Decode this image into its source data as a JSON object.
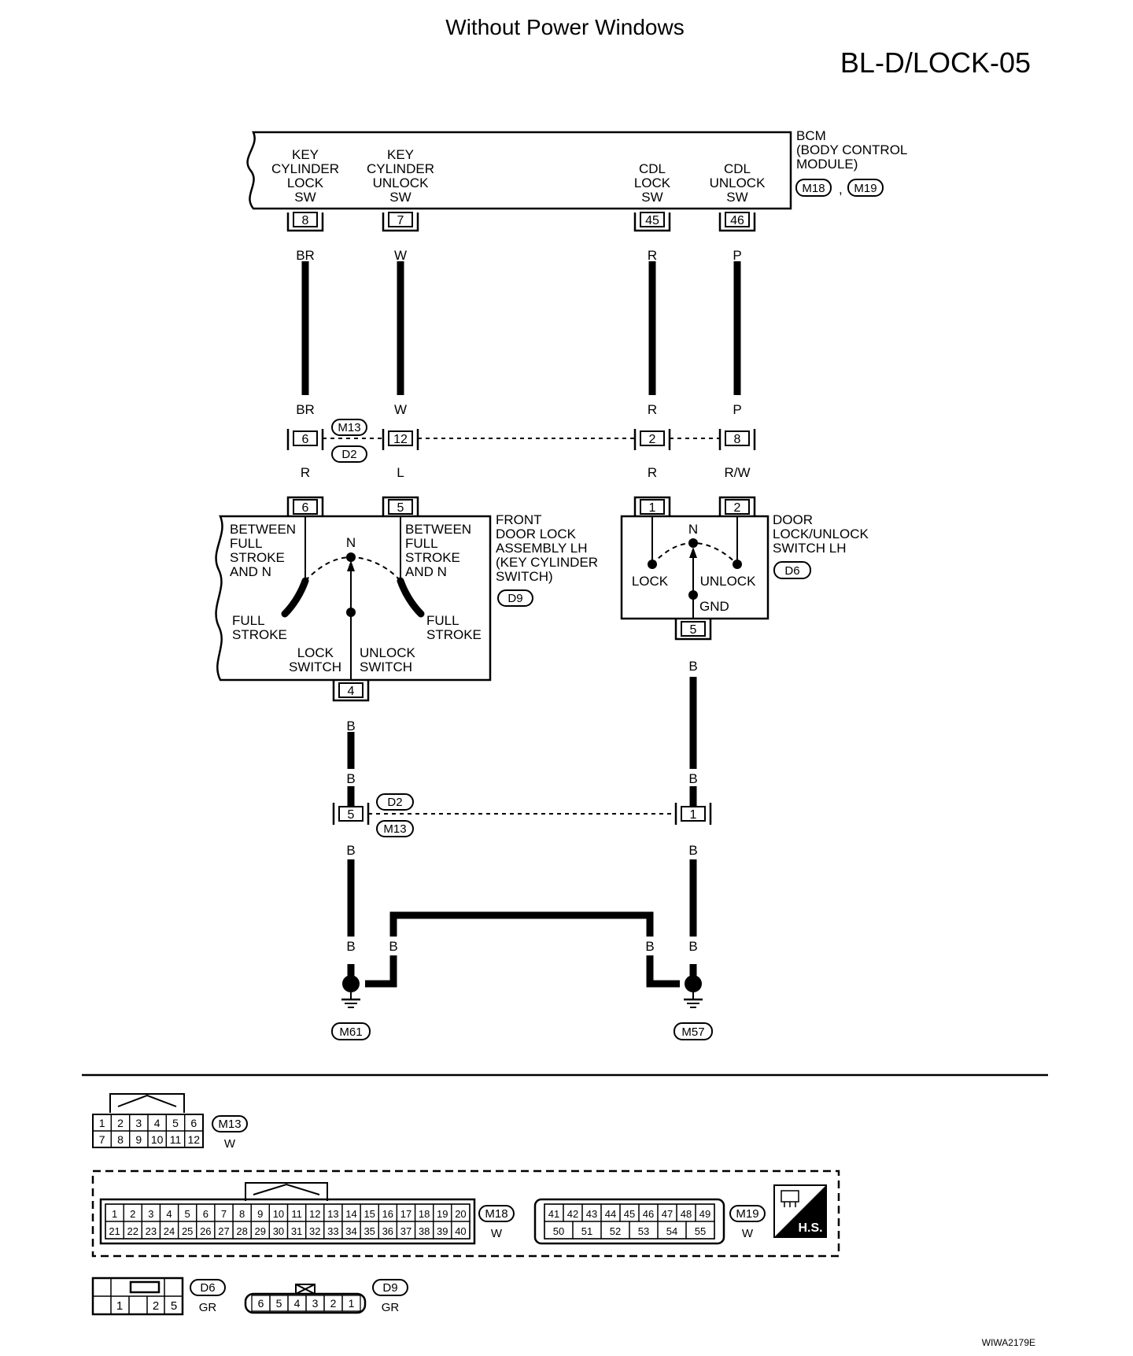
{
  "header": {
    "subtitle": "Without Power Windows",
    "code": "BL-D/LOCK-05"
  },
  "bcm": {
    "title_lines": [
      "BCM",
      "(BODY CONTROL",
      "MODULE)"
    ],
    "connectors": [
      "M18",
      "M19"
    ],
    "separator": ",",
    "terminals": [
      {
        "lines": [
          "KEY",
          "CYLINDER",
          "LOCK",
          "SW"
        ],
        "pin": "8",
        "wire": "BR"
      },
      {
        "lines": [
          "KEY",
          "CYLINDER",
          "UNLOCK",
          "SW"
        ],
        "pin": "7",
        "wire": "W"
      },
      {
        "lines": [
          "CDL",
          "LOCK",
          "SW"
        ],
        "pin": "45",
        "wire": "R"
      },
      {
        "lines": [
          "CDL",
          "UNLOCK",
          "SW"
        ],
        "pin": "46",
        "wire": "P"
      }
    ]
  },
  "joint_upper": {
    "connectors": [
      "M13",
      "D2"
    ],
    "pins": [
      "6",
      "12",
      "2",
      "8"
    ],
    "wires_in": [
      "BR",
      "W",
      "R",
      "P"
    ],
    "wires_out": [
      "R",
      "L",
      "R",
      "R/W"
    ]
  },
  "key_cylinder_switch": {
    "title_lines": [
      "FRONT",
      "DOOR LOCK",
      "ASSEMBLY LH",
      "(KEY CYLINDER",
      "SWITCH)"
    ],
    "connector": "D9",
    "pins_top": [
      "6",
      "5"
    ],
    "pin_bottom": "4",
    "wire_bottom": "B",
    "between_left": [
      "BETWEEN",
      "FULL",
      "STROKE",
      "AND N"
    ],
    "between_right": [
      "BETWEEN",
      "FULL",
      "STROKE",
      "AND N"
    ],
    "full_stroke_left": [
      "FULL",
      "STROKE"
    ],
    "full_stroke_right": [
      "FULL",
      "STROKE"
    ],
    "neutral": "N",
    "lock_switch": [
      "LOCK",
      "SWITCH"
    ],
    "unlock_switch": [
      "UNLOCK",
      "SWITCH"
    ]
  },
  "door_lock_switch": {
    "title_lines": [
      "DOOR",
      "LOCK/UNLOCK",
      "SWITCH LH"
    ],
    "connector": "D6",
    "pins_top": [
      "1",
      "2"
    ],
    "pin_bottom": "5",
    "wire_bottom": "B",
    "neutral": "N",
    "lock": "LOCK",
    "unlock": "UNLOCK",
    "gnd": "GND"
  },
  "joint_lower": {
    "connectors": [
      "D2",
      "M13"
    ],
    "pins": [
      "5",
      "1"
    ],
    "wires_in": [
      "B",
      "B"
    ],
    "wires_out": [
      "B",
      "B"
    ]
  },
  "grounds": {
    "left": {
      "label": "M61",
      "wires": [
        "B",
        "B"
      ]
    },
    "right": {
      "label": "M57",
      "wires": [
        "B",
        "B"
      ]
    }
  },
  "connector_views": {
    "m13": {
      "id": "M13",
      "color": "W",
      "row1": [
        "1",
        "2",
        "3",
        "4",
        "5",
        "6"
      ],
      "row2": [
        "7",
        "8",
        "9",
        "10",
        "11",
        "12"
      ]
    },
    "m18": {
      "id": "M18",
      "color": "W",
      "row1": [
        "1",
        "2",
        "3",
        "4",
        "5",
        "6",
        "7",
        "8",
        "9",
        "10",
        "11",
        "12",
        "13",
        "14",
        "15",
        "16",
        "17",
        "18",
        "19",
        "20"
      ],
      "row2": [
        "21",
        "22",
        "23",
        "24",
        "25",
        "26",
        "27",
        "28",
        "29",
        "30",
        "31",
        "32",
        "33",
        "34",
        "35",
        "36",
        "37",
        "38",
        "39",
        "40"
      ]
    },
    "m19": {
      "id": "M19",
      "color": "W",
      "row1": [
        "41",
        "42",
        "43",
        "44",
        "45",
        "46",
        "47",
        "48",
        "49"
      ],
      "row2": [
        "50",
        "51",
        "52",
        "53",
        "54",
        "55"
      ]
    },
    "hs": "H.S.",
    "d6": {
      "id": "D6",
      "color": "GR",
      "row2": [
        "1",
        "2",
        "5"
      ]
    },
    "d9": {
      "id": "D9",
      "color": "GR",
      "row": [
        "6",
        "5",
        "4",
        "3",
        "2",
        "1"
      ]
    }
  },
  "footer": {
    "ref": "WIWA2179E"
  }
}
